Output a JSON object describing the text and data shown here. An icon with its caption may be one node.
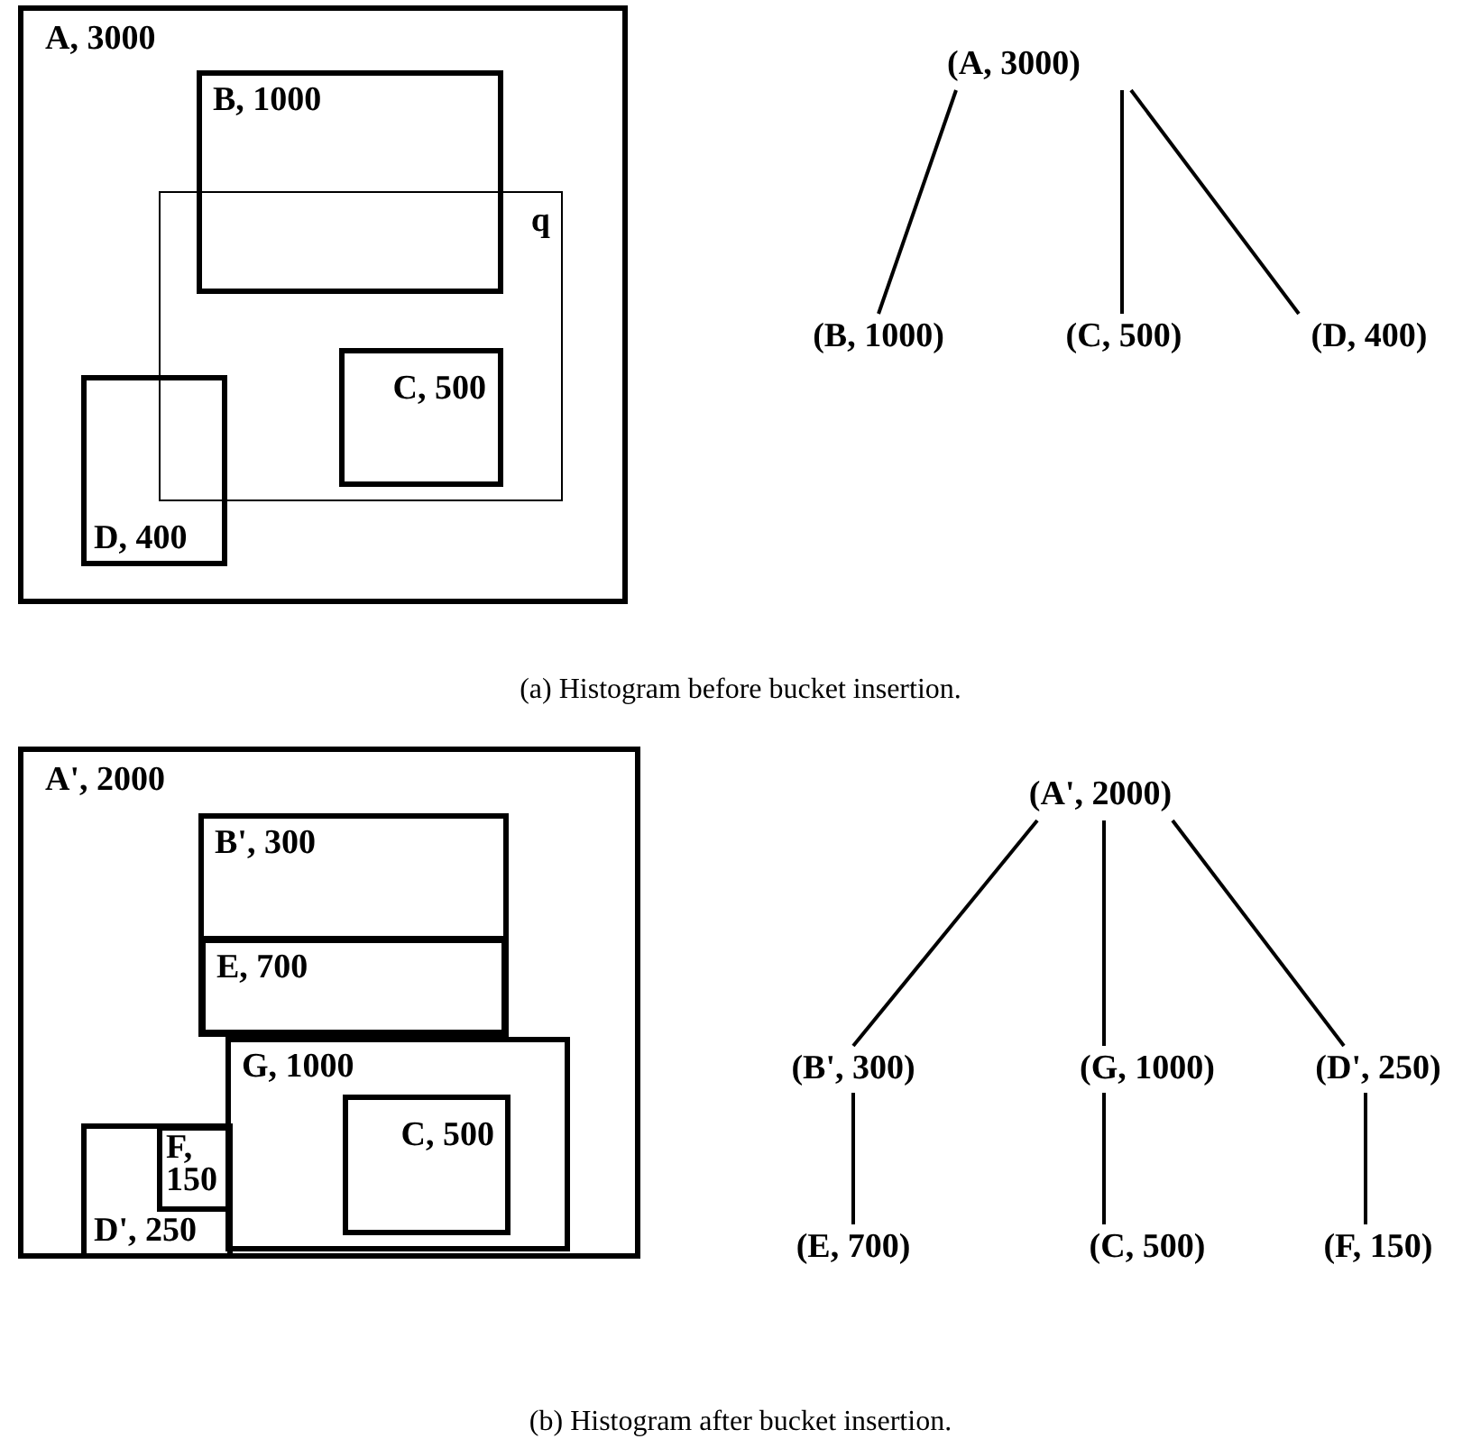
{
  "diagram": {
    "nodes": [
      {
        "text": [
          "A, 3000"
        ]
      },
      {
        "text": [
          "B, 1000"
        ],
        "in": 0
      },
      {
        "text": [
          "q"
        ],
        "in": 0
      },
      {
        "text": [
          "C, 500"
        ],
        "in": 2
      },
      {
        "text": [
          "D, 400"
        ],
        "in": 0
      },
      {
        "text": [
          "(A, 3000)"
        ]
      },
      {
        "text": [
          "(B, 1000)"
        ]
      },
      {
        "text": [
          "(C, 500)"
        ]
      },
      {
        "text": [
          "(D, 400)"
        ]
      },
      {
        "text": [
          "A', 2000"
        ]
      },
      {
        "text": [
          "B', 300"
        ],
        "in": 9
      },
      {
        "text": [
          "E, 700"
        ],
        "in": 10
      },
      {
        "text": [
          "G, 1000"
        ],
        "in": 9
      },
      {
        "text": [
          "C, 500"
        ],
        "in": 12
      },
      {
        "text": [
          "D', 250"
        ],
        "in": 9
      },
      {
        "text": [
          "F, 150"
        ],
        "in": 14
      },
      {
        "text": [
          "(A', 2000)"
        ]
      },
      {
        "text": [
          "(B', 300)"
        ]
      },
      {
        "text": [
          "(G, 1000)"
        ]
      },
      {
        "text": [
          "(D', 250)"
        ]
      },
      {
        "text": [
          "(E, 700)"
        ]
      },
      {
        "text": [
          "(C, 500)"
        ]
      },
      {
        "text": [
          "(F, 150)"
        ]
      }
    ],
    "edges": [
      {
        "from": 5,
        "to": 6,
        "arrow": "none"
      },
      {
        "from": 5,
        "to": 7,
        "arrow": "none"
      },
      {
        "from": 5,
        "to": 8,
        "arrow": "none"
      },
      {
        "from": 16,
        "to": 17,
        "arrow": "none"
      },
      {
        "from": 16,
        "to": 18,
        "arrow": "none"
      },
      {
        "from": 16,
        "to": 19,
        "arrow": "none"
      },
      {
        "from": 17,
        "to": 20,
        "arrow": "none"
      },
      {
        "from": 18,
        "to": 21,
        "arrow": "none"
      },
      {
        "from": 19,
        "to": 22,
        "arrow": "none"
      }
    ],
    "labels": [
      "(a) Histogram before bucket insertion.",
      "(b) Histogram after bucket insertion."
    ]
  }
}
